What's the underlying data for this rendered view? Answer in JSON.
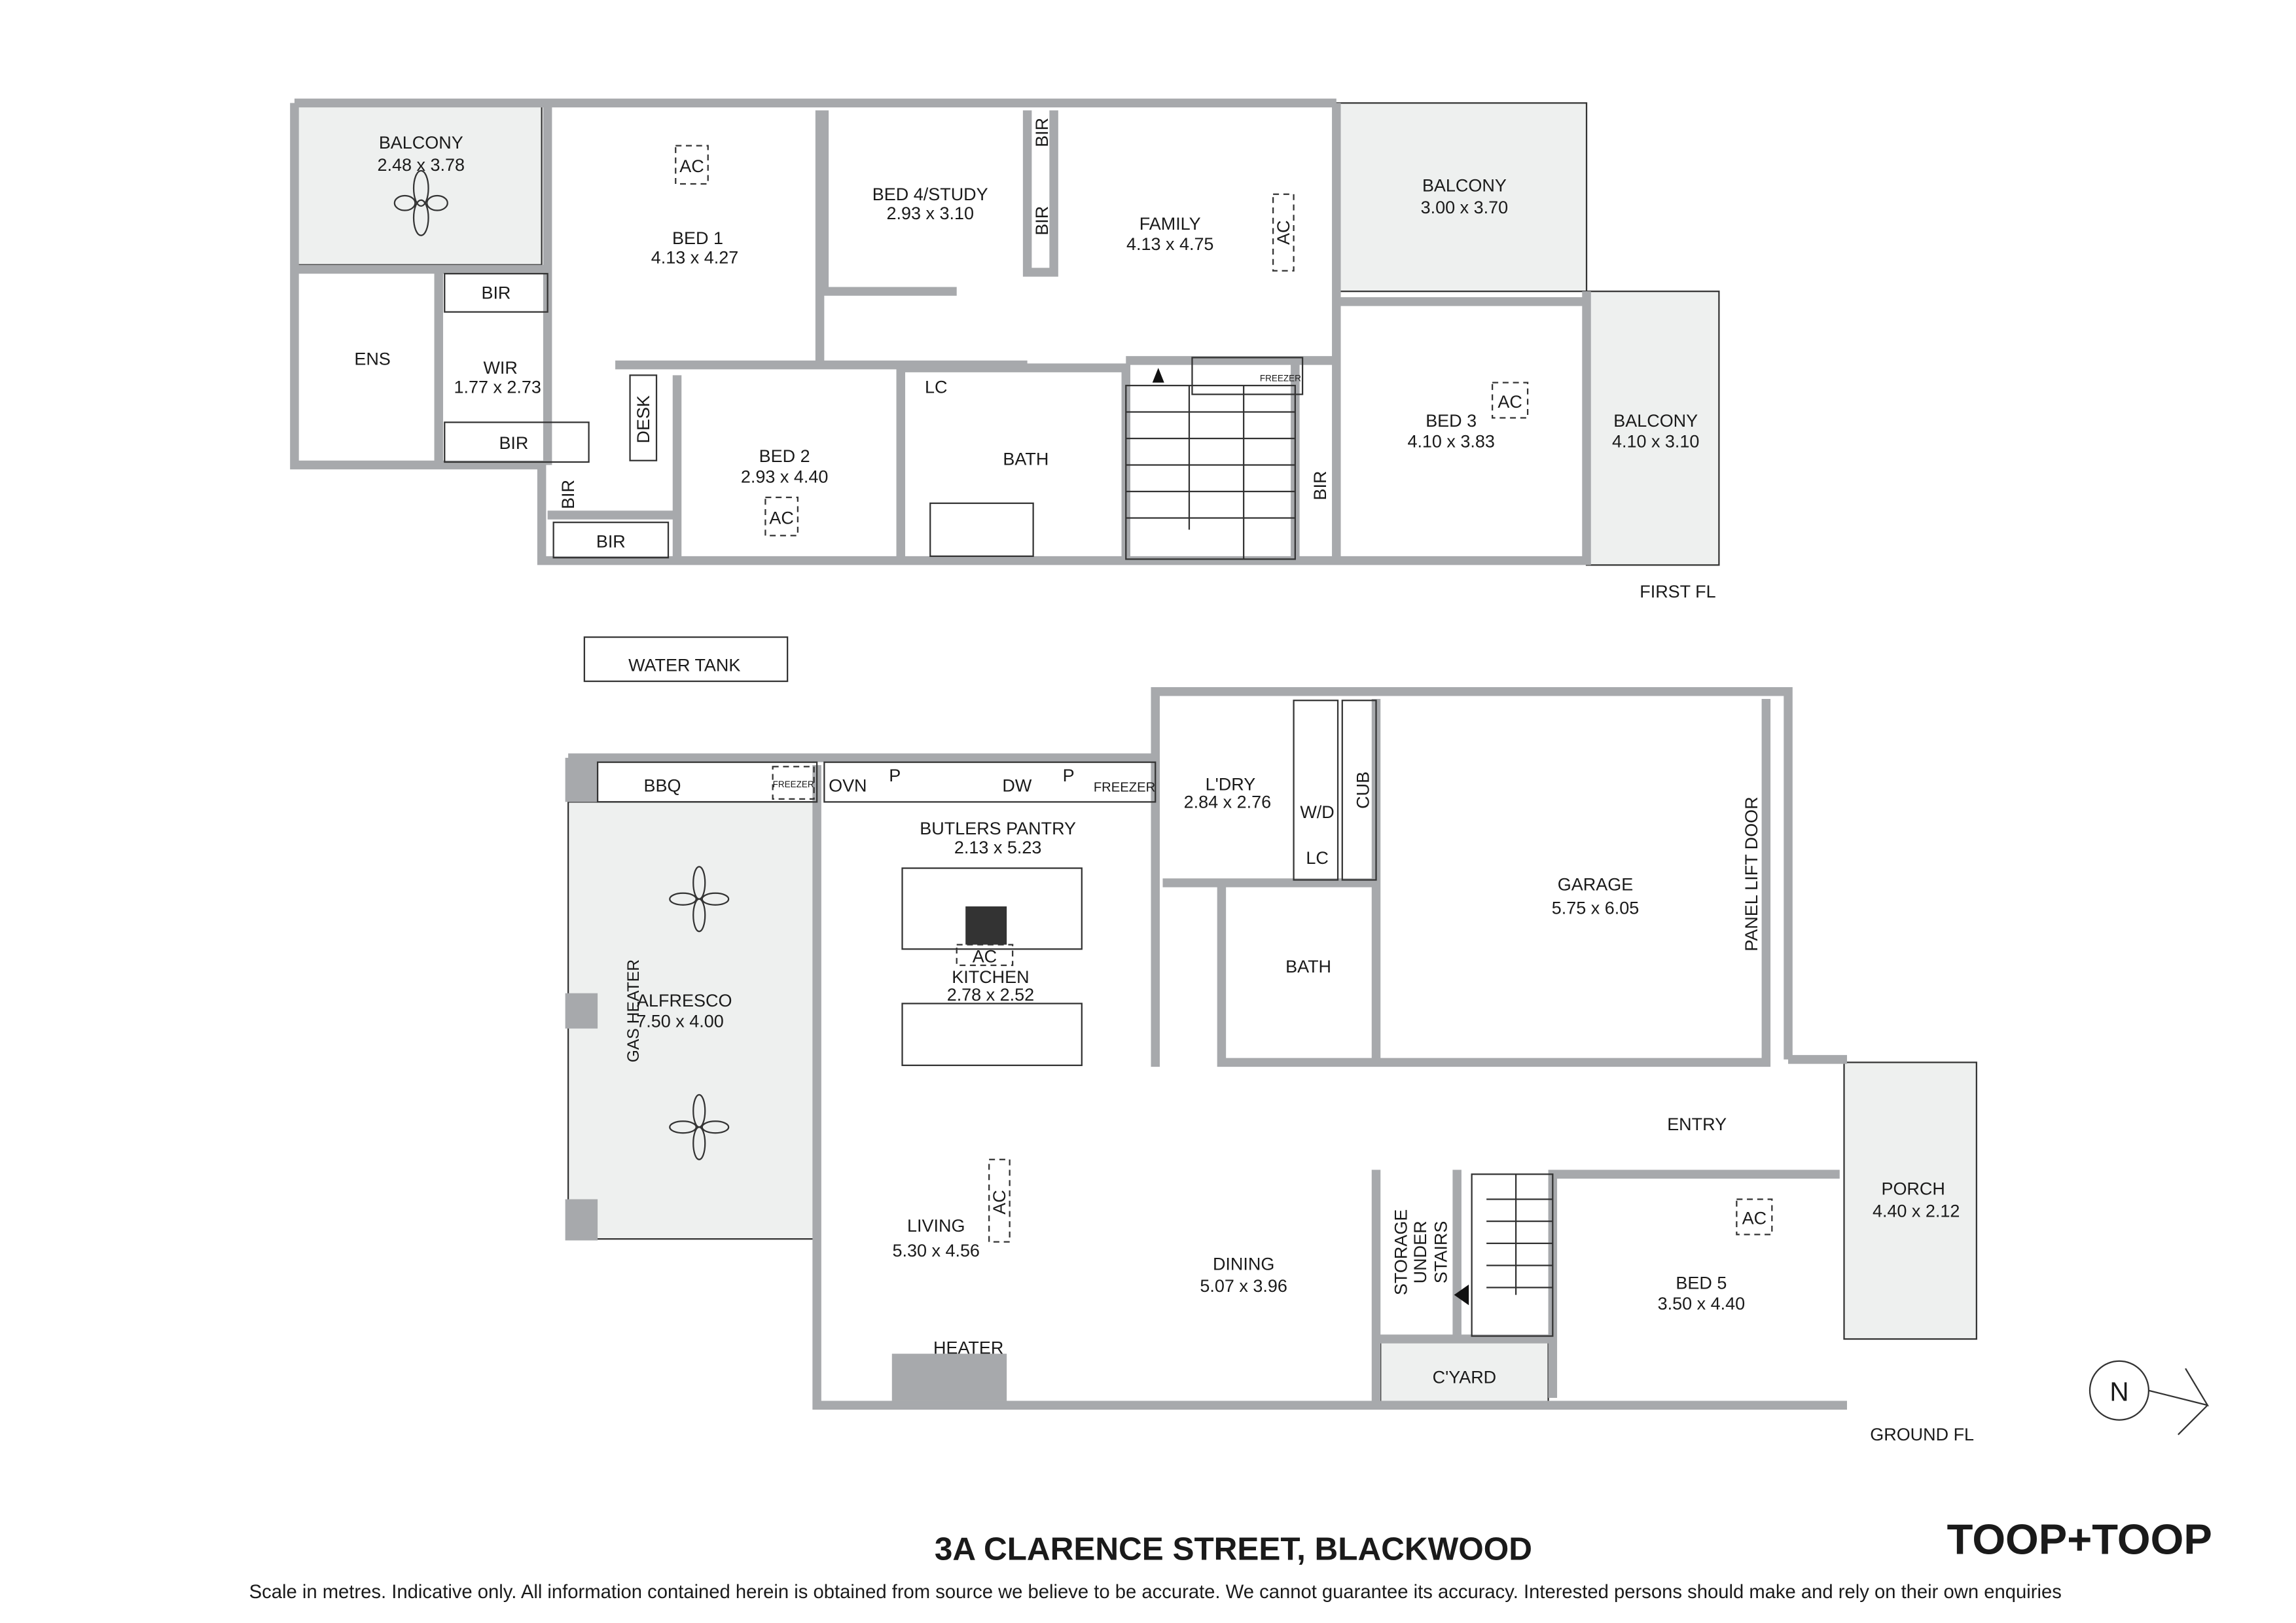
{
  "first_floor": {
    "label": "FIRST FL",
    "rooms": [
      {
        "name": "BALCONY",
        "size": "2.48 x 3.78"
      },
      {
        "name": "BED 1",
        "size": "4.13 x 4.27"
      },
      {
        "name": "BED 4/STUDY",
        "size": "2.93 x 3.10"
      },
      {
        "name": "FAMILY",
        "size": "4.13 x 4.75"
      },
      {
        "name": "BALCONY",
        "size": "3.00 x 3.70"
      },
      {
        "name": "BED 3",
        "size": "4.10 x 3.83"
      },
      {
        "name": "BALCONY",
        "size": "4.10 x 3.10"
      },
      {
        "name": "WIR",
        "size": "1.77 x 2.73"
      },
      {
        "name": "BED 2",
        "size": "2.93 x 4.40"
      }
    ],
    "labels": {
      "ens": "ENS",
      "bath": "BATH",
      "lc": "LC",
      "desk": "DESK",
      "bir": "BIR",
      "ac": "AC",
      "freezer": "FREEZER"
    }
  },
  "water_tank": "WATER TANK",
  "ground_floor": {
    "label": "GROUND FL",
    "rooms": [
      {
        "name": "ALFRESCO",
        "size": "7.50 x 4.00"
      },
      {
        "name": "BUTLERS PANTRY",
        "size": "2.13 x 5.23"
      },
      {
        "name": "KITCHEN",
        "size": "2.78 x 2.52"
      },
      {
        "name": "L'DRY",
        "size": "2.84 x 2.76"
      },
      {
        "name": "GARAGE",
        "size": "5.75 x 6.05"
      },
      {
        "name": "LIVING",
        "size": "5.30 x 4.56"
      },
      {
        "name": "DINING",
        "size": "5.07 x 3.96"
      },
      {
        "name": "BED 5",
        "size": "3.50 x 4.40"
      },
      {
        "name": "PORCH",
        "size": "4.40 x 2.12"
      }
    ],
    "labels": {
      "bbq": "BBQ",
      "freezer": "FREEZER",
      "ovn": "OVN",
      "p": "P",
      "dw": "DW",
      "wd": "W/D",
      "lc": "LC",
      "cub": "CUB",
      "bath": "BATH",
      "panel_lift_door": "PANEL LIFT DOOR",
      "gas_heater": "GAS HEATER",
      "ac": "AC",
      "entry": "ENTRY",
      "storage": "STORAGE",
      "under": "UNDER",
      "stairs": "STAIRS",
      "cyard": "C'YARD",
      "heater": "HEATER"
    }
  },
  "compass": {
    "label": "N",
    "icon": "north-arrow-icon"
  },
  "title": "3A CLARENCE STREET, BLACKWOOD",
  "brand": "TOOP+TOOP",
  "disclaimer": "Scale in metres. Indicative only. All information contained herein is obtained from source we believe to be accurate. We cannot guarantee its accuracy. Interested persons should make and rely on their own enquiries",
  "colors": {
    "wall": "#a7a9ac",
    "balcony_fill": "#eef0ef",
    "text": "#1a1a1a"
  }
}
